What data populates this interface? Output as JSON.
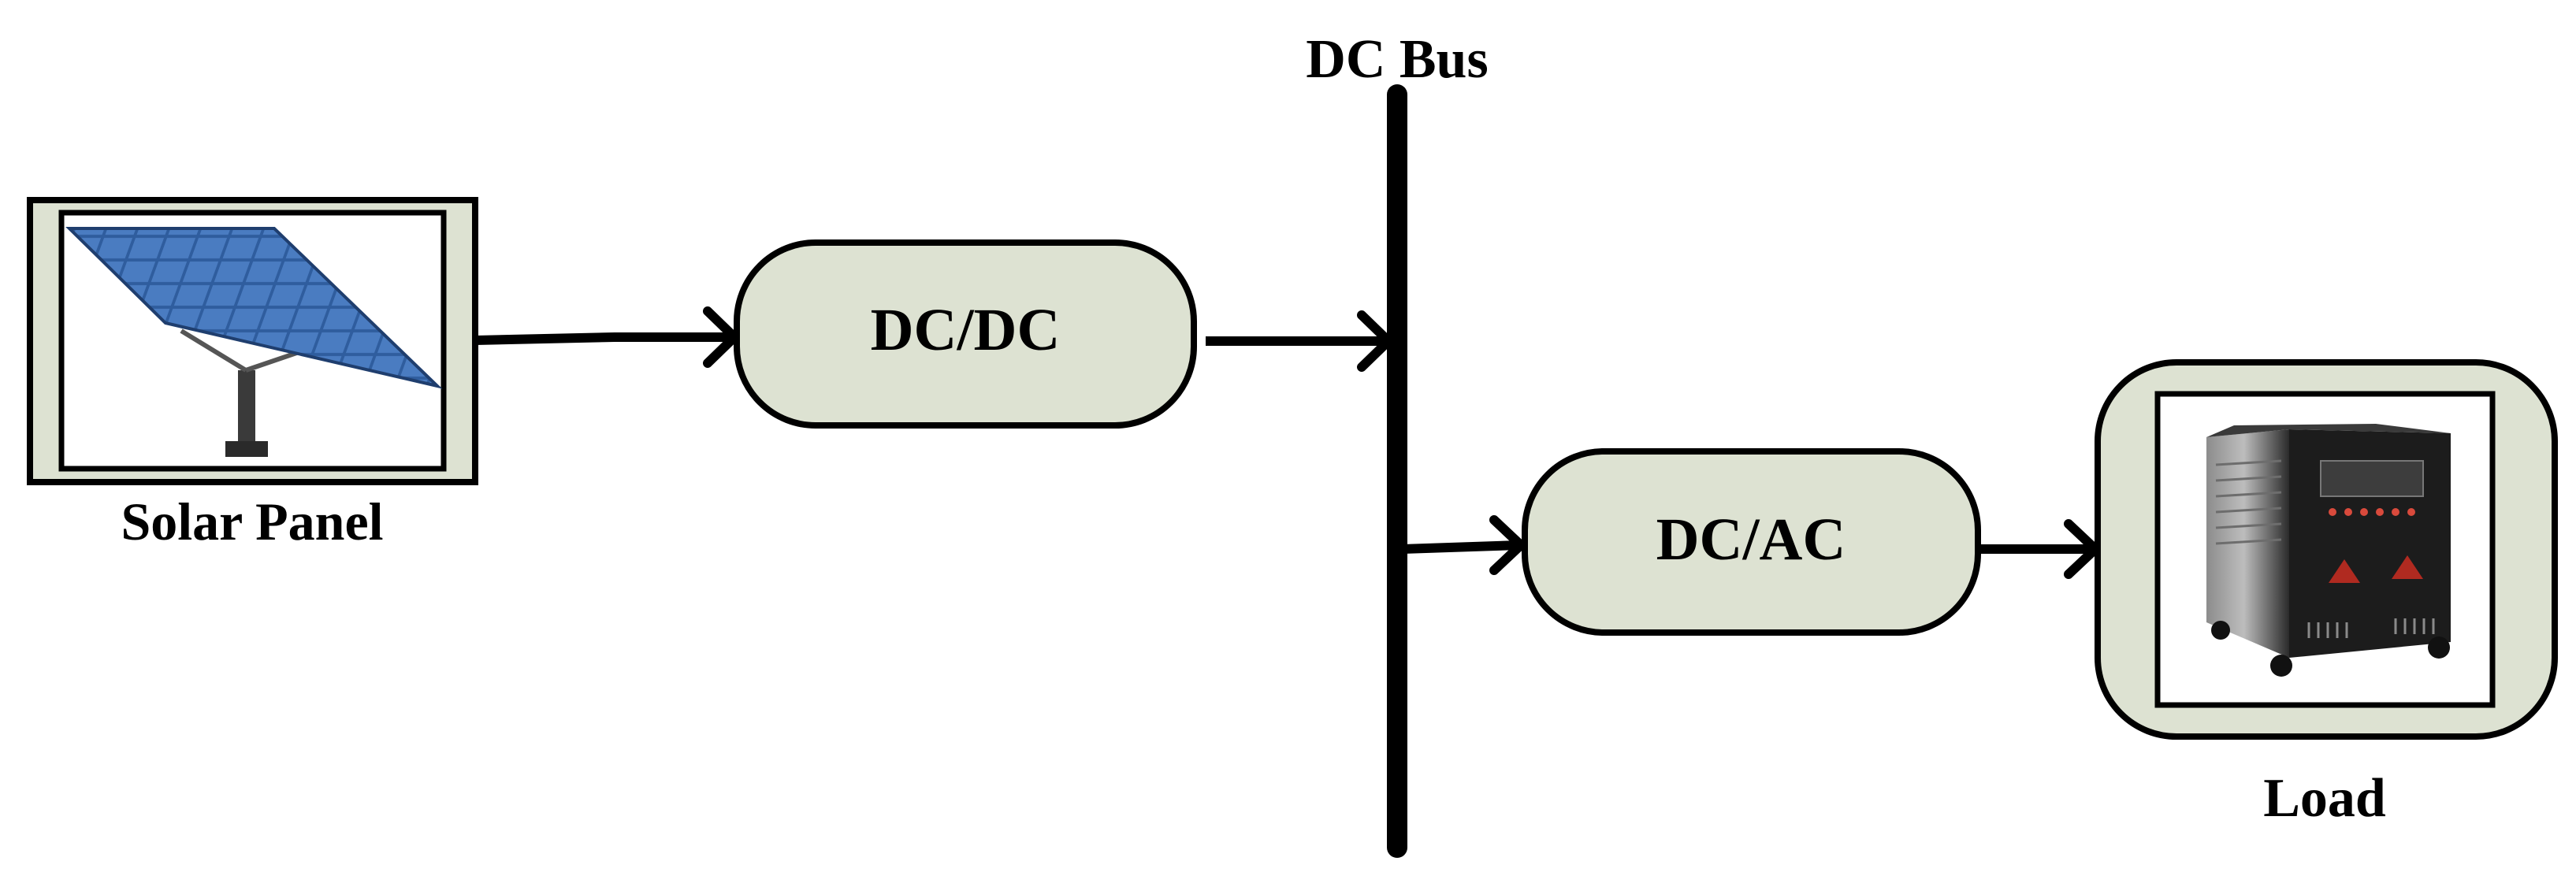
{
  "diagram": {
    "bus_label": "DC Bus",
    "solar_label": "Solar Panel",
    "dcdc_label": "DC/DC",
    "dcac_label": "DC/AC",
    "load_label": "Load"
  },
  "colors": {
    "block_fill": "#dde2d2",
    "line": "#000000",
    "background": "#ffffff"
  },
  "icons": {
    "solar": "solar-panel-icon",
    "load": "load-bank-icon"
  }
}
